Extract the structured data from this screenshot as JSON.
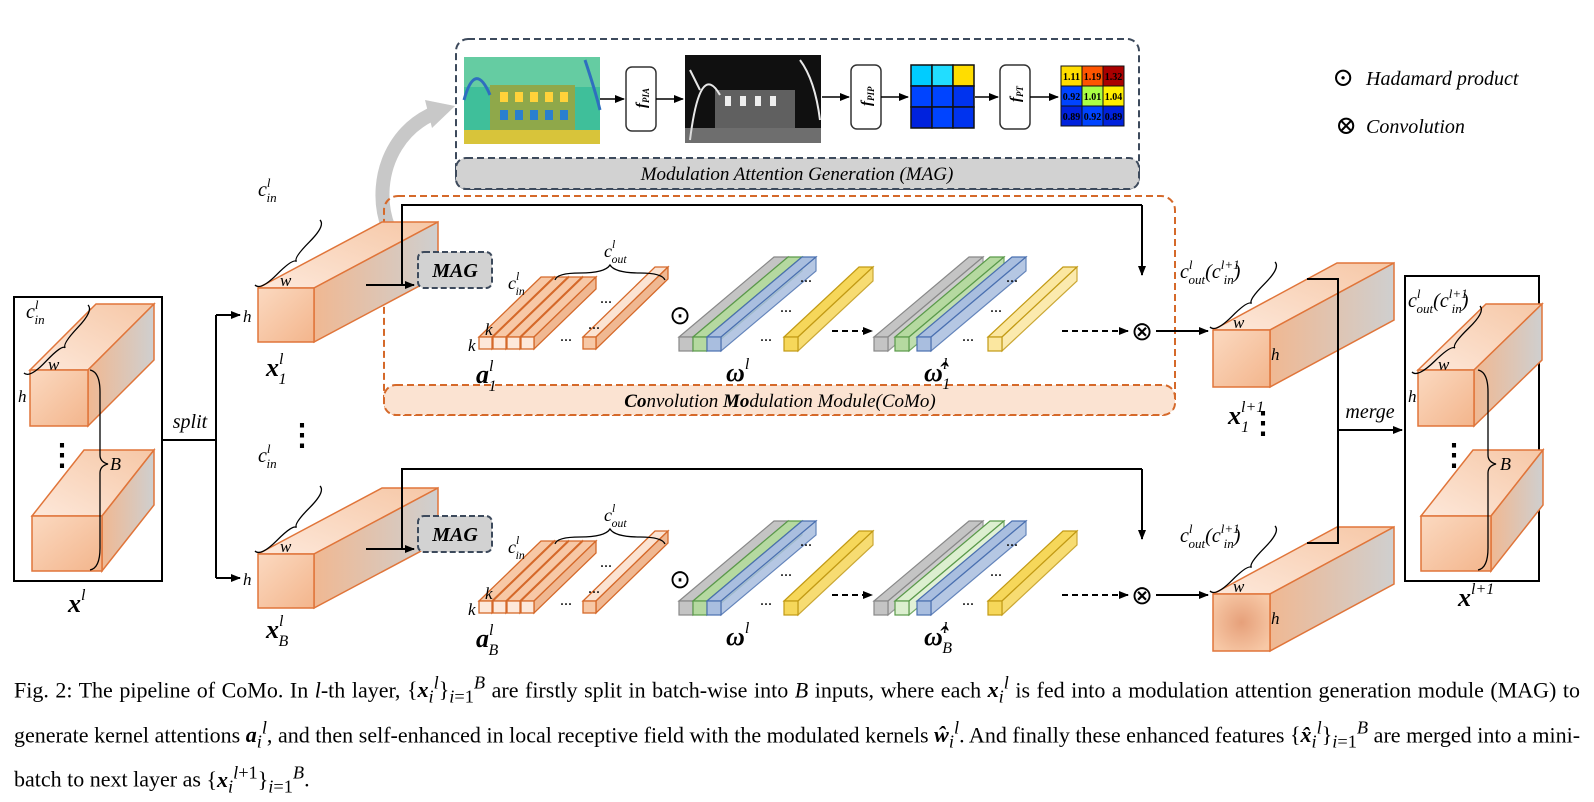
{
  "legend": {
    "hadamard_symbol": "⊙",
    "hadamard_label": "Hadamard product",
    "conv_symbol": "⊗",
    "conv_label": "Convolution"
  },
  "mag": {
    "title": "Modulation Attention Generation (MAG)",
    "f_pia": "PIA",
    "f_pip": "PIP",
    "f_pt": "PT",
    "f_letter": "f",
    "matrix_values": [
      "1.11",
      "1.19",
      "1.32",
      "0.92",
      "1.01",
      "1.04",
      "0.89",
      "0.92",
      "0.89"
    ],
    "matrix_colors": [
      "#ffdd00",
      "#ff5500",
      "#aa0000",
      "#0044ff",
      "#aaff44",
      "#ffee00",
      "#0022dd",
      "#0044ff",
      "#0022dd"
    ],
    "grid_colors": [
      "#00ccff",
      "#22ddff",
      "#ffdd00",
      "#0044ff",
      "#0044ff",
      "#0033ee",
      "#0022dd",
      "#0044ff",
      "#0033ee"
    ],
    "block_label": "MAG"
  },
  "como": {
    "title_parts": [
      "Co",
      "nvolution ",
      "Mo",
      "dulation Module(CoMo)"
    ]
  },
  "labels": {
    "split": "split",
    "merge": "merge",
    "w": "w",
    "h": "h",
    "k": "k",
    "B": "B",
    "dots": "...",
    "vdots": "⋮",
    "c": "c",
    "sup_l": "l",
    "sup_l1": "l+1",
    "sub_in": "in",
    "sub_out": "out",
    "x": "x",
    "a": "a",
    "omega": "ω",
    "omega_hat": "ω̂",
    "sub_1": "1",
    "sub_B": "B"
  },
  "caption": {
    "fig": "Fig. 2: The pipeline of CoMo. In ",
    "l": "l",
    "t1": "-th layer, ",
    "t2": " are firstly split in batch-wise into ",
    "B": "B",
    "t3": " inputs, where each ",
    "t4": " is fed into a modulation attention generation module (MAG) to generate kernel attentions ",
    "t5": ", and then self-enhanced in local receptive field with the modulated kernels ",
    "t6": ". And finally these enhanced features ",
    "t7": " are merged into a mini-batch to next layer as ",
    "t8": "."
  },
  "colors": {
    "orange_front": "#f7c8a6",
    "orange_top": "#fbe3d2",
    "orange_side": "#e8a57c",
    "orange_edge": "#e0753a",
    "como_border": "#d5692a",
    "mag_border": "#3d4a5c",
    "gray_band": "#d2d2d2",
    "gray_kernel": "#c4c4c4",
    "green_kernel": "#b5d9a0",
    "blue_kernel": "#a9bedf",
    "yellow_kernel": "#f6d75a"
  }
}
